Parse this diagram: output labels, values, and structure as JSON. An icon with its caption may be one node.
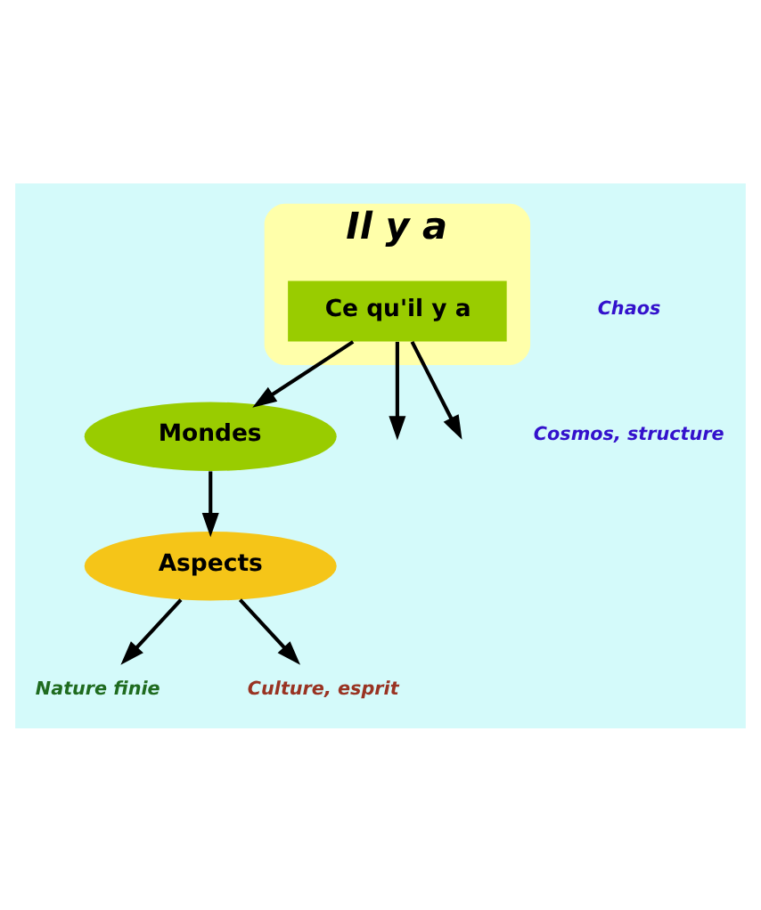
{
  "diagram": {
    "nodes": [
      {
        "text": [
          "Il y a"
        ]
      },
      {
        "text": [
          "Ce qu'il y a"
        ],
        "in": 0
      },
      {
        "text": [
          "Mondes"
        ]
      },
      {
        "text": [
          "Aspects"
        ]
      },
      {
        "text": [
          "Nature finie"
        ]
      },
      {
        "text": [
          "Culture, esprit"
        ]
      }
    ],
    "edges": [
      {
        "from": 1,
        "to": null,
        "arrow": "to"
      },
      {
        "from": 1,
        "to": 2,
        "arrow": "to"
      },
      {
        "from": 1,
        "to": null,
        "arrow": "to"
      },
      {
        "from": 2,
        "to": 3,
        "arrow": "to"
      },
      {
        "from": 3,
        "to": 4,
        "arrow": "to"
      },
      {
        "from": 3,
        "to": 5,
        "arrow": "to"
      }
    ],
    "labels": [
      "Chaos",
      "Cosmos, structure"
    ]
  }
}
